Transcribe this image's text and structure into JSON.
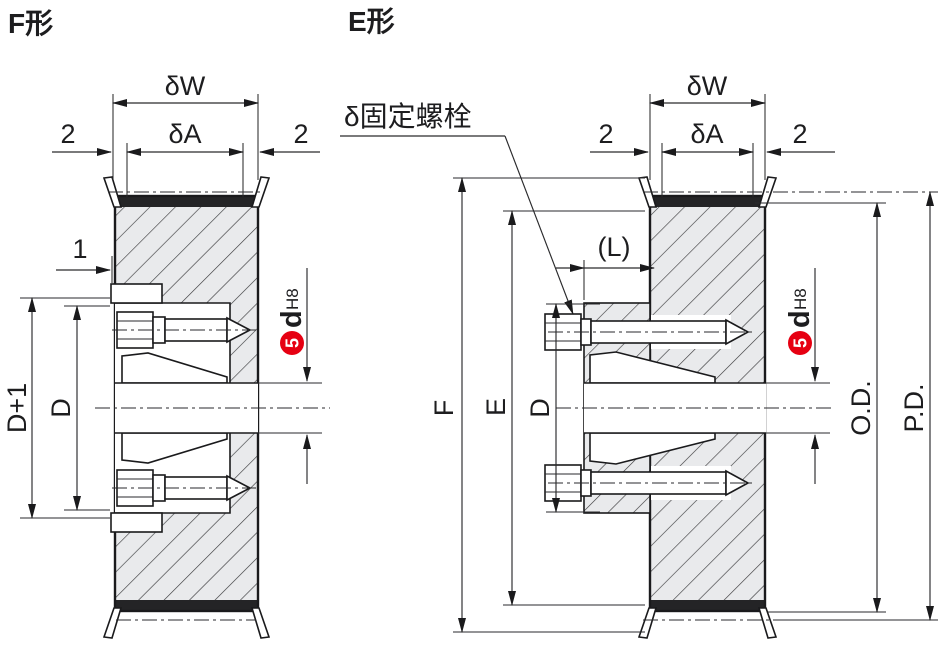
{
  "figures": {
    "f": {
      "title": "F形",
      "dims": {
        "overall_width": "δW",
        "belt_width": "δA",
        "flange_left": "2",
        "flange_right": "2",
        "step": "1",
        "bore_plus_one": "D+1",
        "bushing_dia": "D"
      },
      "bore_callout": {
        "number": "5",
        "letter": "d",
        "tolerance": "H8"
      }
    },
    "e": {
      "title": "E形",
      "set_bolt_label": "δ固定螺栓",
      "dims": {
        "overall_width": "δW",
        "belt_width": "δA",
        "flange_left": "2",
        "flange_right": "2",
        "hub_projection": "(L)",
        "flange_dia": "F",
        "hub_dia_e": "E",
        "hub_dia_d": "D",
        "outer_dia": "O.D.",
        "pitch_dia": "P.D."
      },
      "bore_callout": {
        "number": "5",
        "letter": "d",
        "tolerance": "H8"
      }
    }
  },
  "colors": {
    "callout_red": "#e60012",
    "line": "#1a1a1c",
    "hatch_fill": "#e9eaec",
    "tooth_band": "#242426"
  }
}
